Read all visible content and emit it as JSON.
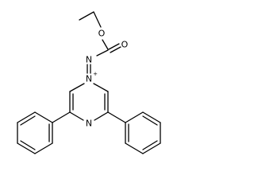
{
  "molecule": {
    "atoms": [
      {
        "id": "O_ether",
        "symbol": "O",
        "role": "ester-oxygen"
      },
      {
        "id": "O_carbonyl",
        "symbol": "O",
        "role": "carbonyl-oxygen"
      },
      {
        "id": "N_exo",
        "symbol": "N",
        "role": "ylide-nitrogen"
      },
      {
        "id": "N_ring1",
        "symbol": "N",
        "role": "ring-nitrogen-plus",
        "charge": "+"
      },
      {
        "id": "N_ring4",
        "symbol": "N",
        "role": "ring-nitrogen"
      }
    ]
  }
}
